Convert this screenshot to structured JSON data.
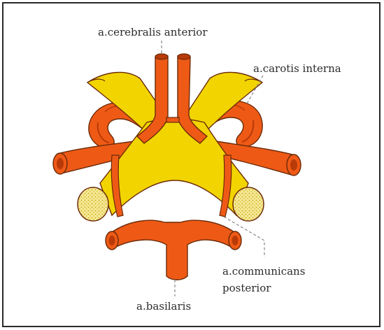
{
  "labels": {
    "cerebralis_anterior": "a.cerebralis anterior",
    "carotis_interna": "a.carotis interna",
    "communicans_line1": "a.communicans",
    "communicans_line2": "posterior",
    "basilaris": "a.basilaris"
  },
  "colors": {
    "artery": "#ee5a16",
    "artery_dark": "#b83a08",
    "nerve": "#f2d400",
    "nerve_dark": "#c9a800",
    "outline": "#6b2a08",
    "leader": "#888888"
  }
}
